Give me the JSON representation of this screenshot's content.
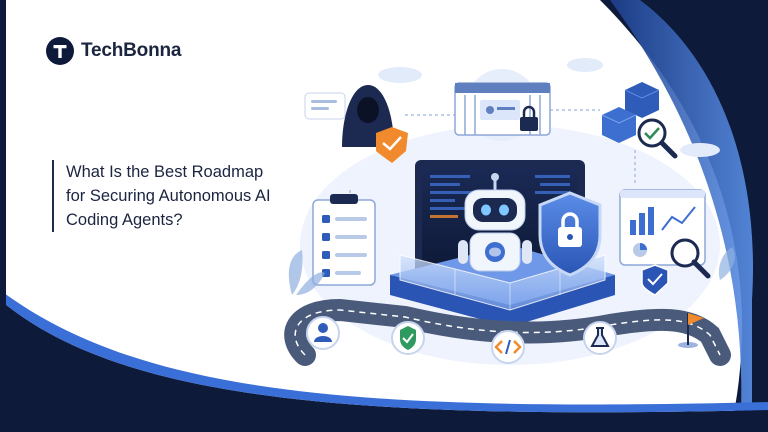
{
  "brand": {
    "initial": "T",
    "name": "TechBonna",
    "navy": "#0e1a3a",
    "accent": "#3b6fd8",
    "orange": "#f08a2c"
  },
  "headline": {
    "lines": [
      "What Is the Best Roadmap",
      "for Securing Autonomous AI",
      "Coding Agents?"
    ]
  },
  "illustration": {
    "icons": [
      "hooded-hacker-icon",
      "server-rack-lock-icon",
      "cubes-magnifier-icon",
      "checklist-clipboard-icon",
      "analytics-dashboard-icon",
      "laptop-icon",
      "robot-icon",
      "shield-lock-icon",
      "user-icon",
      "shield-check-icon",
      "code-brackets-icon",
      "flask-icon",
      "goal-flag-icon"
    ]
  }
}
